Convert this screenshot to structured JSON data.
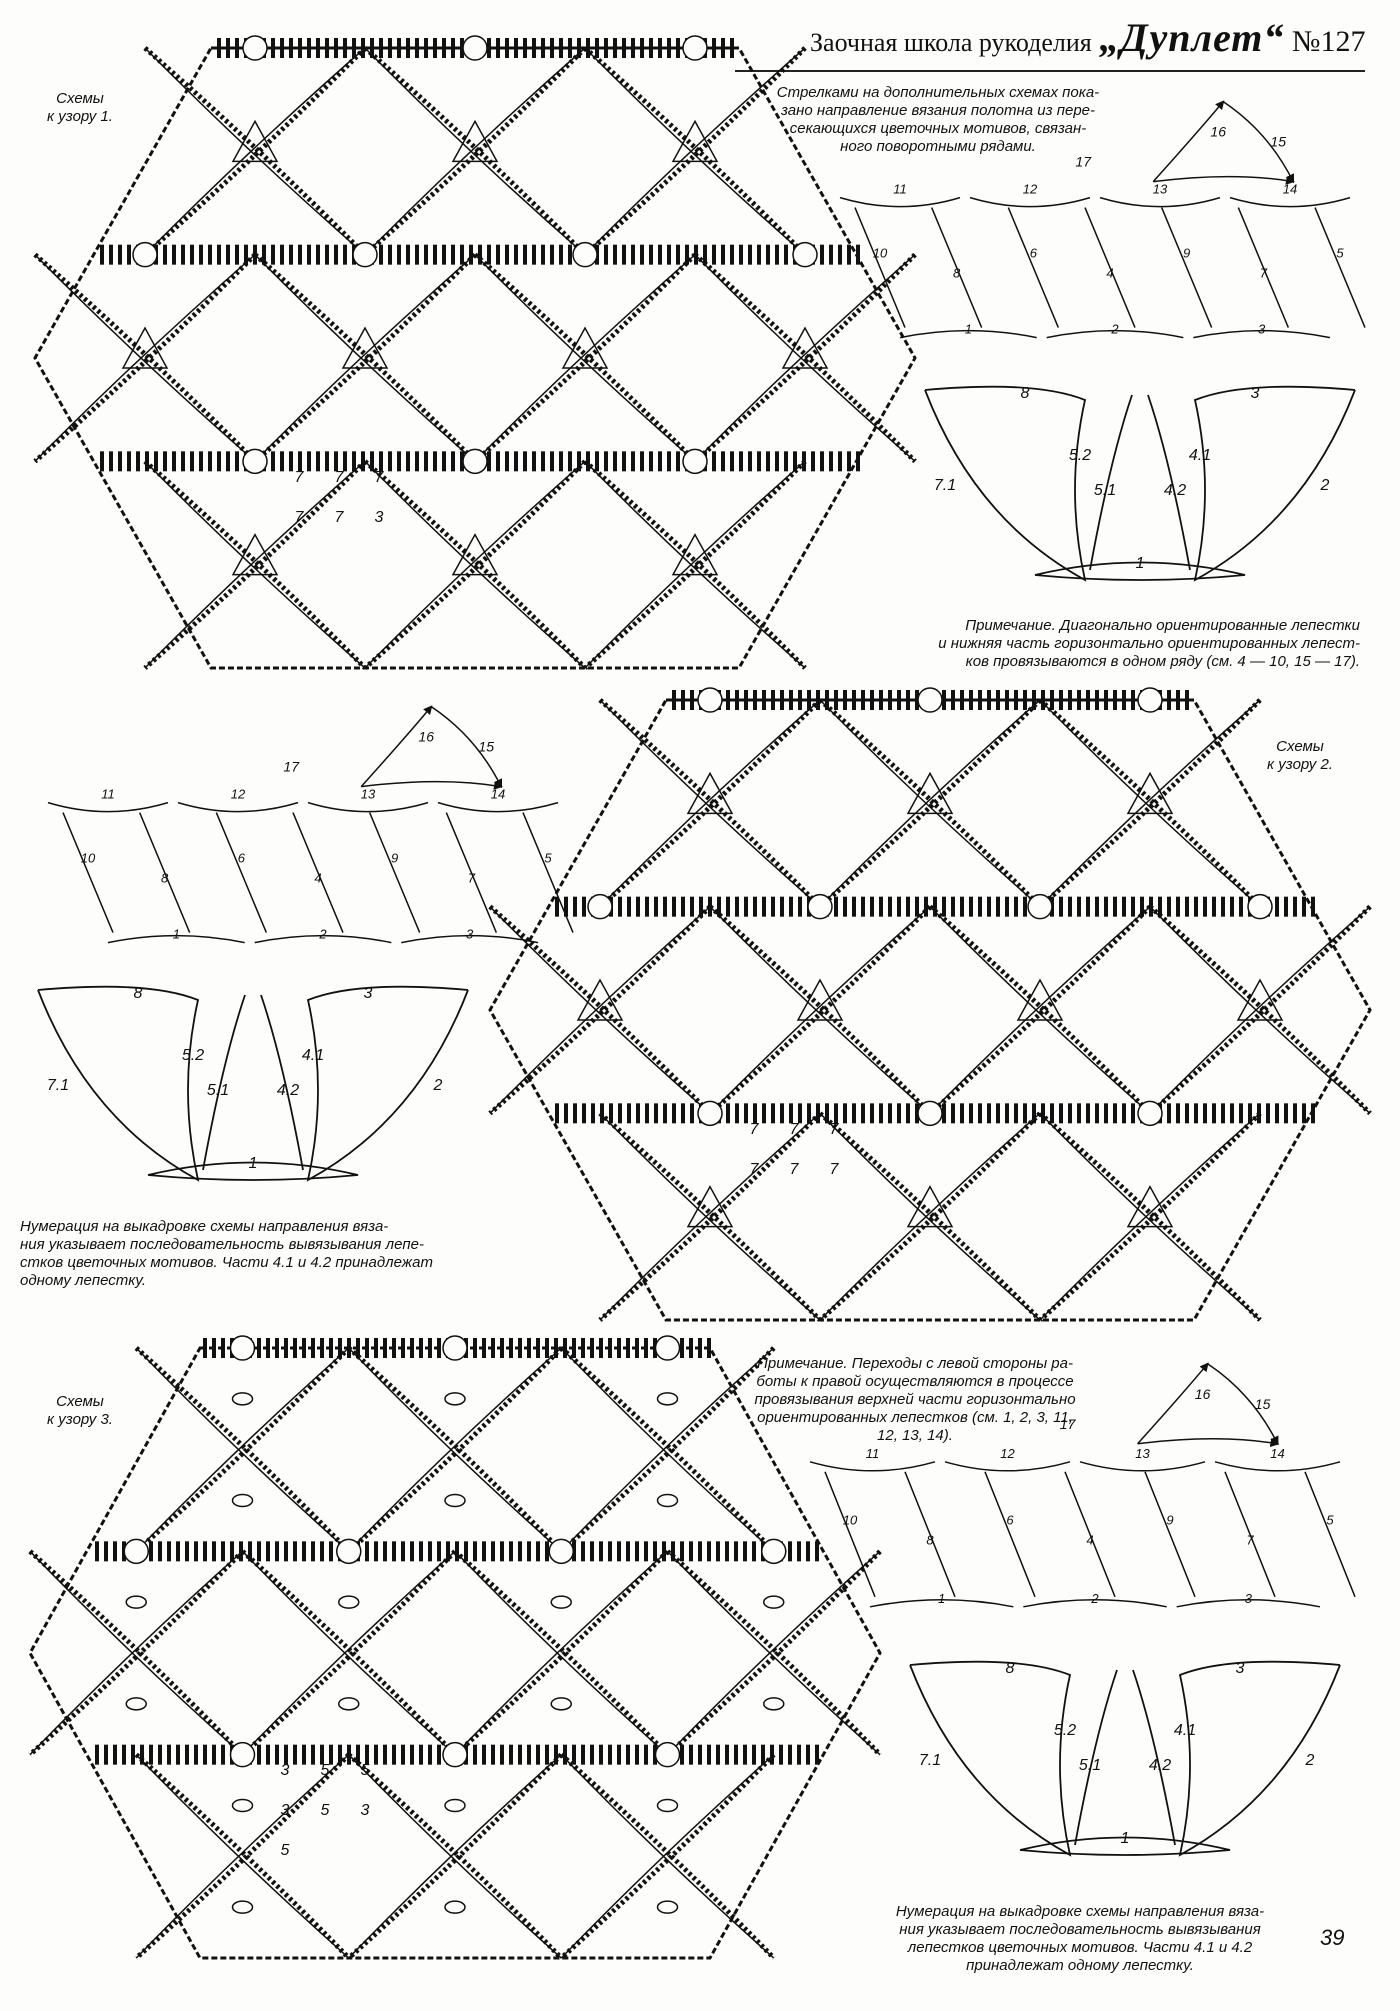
{
  "header": {
    "school": "Заочная школа рукоделия",
    "brand": "„Дуплет“",
    "issue": "№127"
  },
  "captions": {
    "scheme1_line1": "Схемы",
    "scheme1_line2": "к узору 1.",
    "scheme2_line1": "Схемы",
    "scheme2_line2": "к узору 2.",
    "scheme3_line1": "Схемы",
    "scheme3_line2": "к узору 3."
  },
  "notes": {
    "arrows_intro": [
      "Стрелками на дополнительных схемах пока-",
      "зано направление вязания полотна из пере-",
      "секающихся цветочных мотивов, связан-",
      "ного поворотными рядами."
    ],
    "note1": [
      "Примечание. Диагонально ориентированные лепестки",
      "и нижняя часть горизонтально ориентированных лепест-",
      "ков провязываются  в одном ряду (см. 4 — 10, 15 — 17)."
    ],
    "numbering2": [
      "Нумерация на выкадровке схемы направления вяза-",
      "ния указывает последовательность вывязывания лепе-",
      "стков цветочных мотивов. Части 4.1 и 4.2 принадлежат",
      "одному лепестку."
    ],
    "note3": [
      "Примечание. Переходы с левой стороны ра-",
      "боты к правой осуществляются в процессе",
      "провязывания верхней части горизонтально",
      "ориентированных лепестков (см. 1, 2, 3, 11,",
      "12, 13, 14)."
    ],
    "numbering3": [
      "Нумерация на выкадровке схемы направления вяза-",
      "ния указывает последовательность вывязывания",
      "лепестков цветочных мотивов. Части 4.1 и 4.2",
      "принадлежат одному лепестку."
    ]
  },
  "direction_diagram": {
    "labels_top": [
      "16",
      "15",
      "17"
    ],
    "labels_row": [
      "11",
      "12",
      "13",
      "14"
    ],
    "labels_mid": [
      "10",
      "8",
      "6",
      "4",
      "9",
      "7",
      "5"
    ],
    "labels_bottom": [
      "1",
      "2",
      "3"
    ],
    "labels_detail": [
      "8",
      "3",
      "7.1",
      "5.2",
      "5.1",
      "4.2",
      "4.1",
      "2",
      "1"
    ]
  },
  "chart_labels": {
    "scheme1": [
      "7",
      "7",
      "7",
      "7",
      "7",
      "3"
    ],
    "scheme2": [
      "7",
      "7",
      "7",
      "7",
      "7",
      "7"
    ],
    "scheme3": [
      "3",
      "5",
      "5",
      "3",
      "5",
      "3",
      "5"
    ]
  },
  "page_number": "39"
}
